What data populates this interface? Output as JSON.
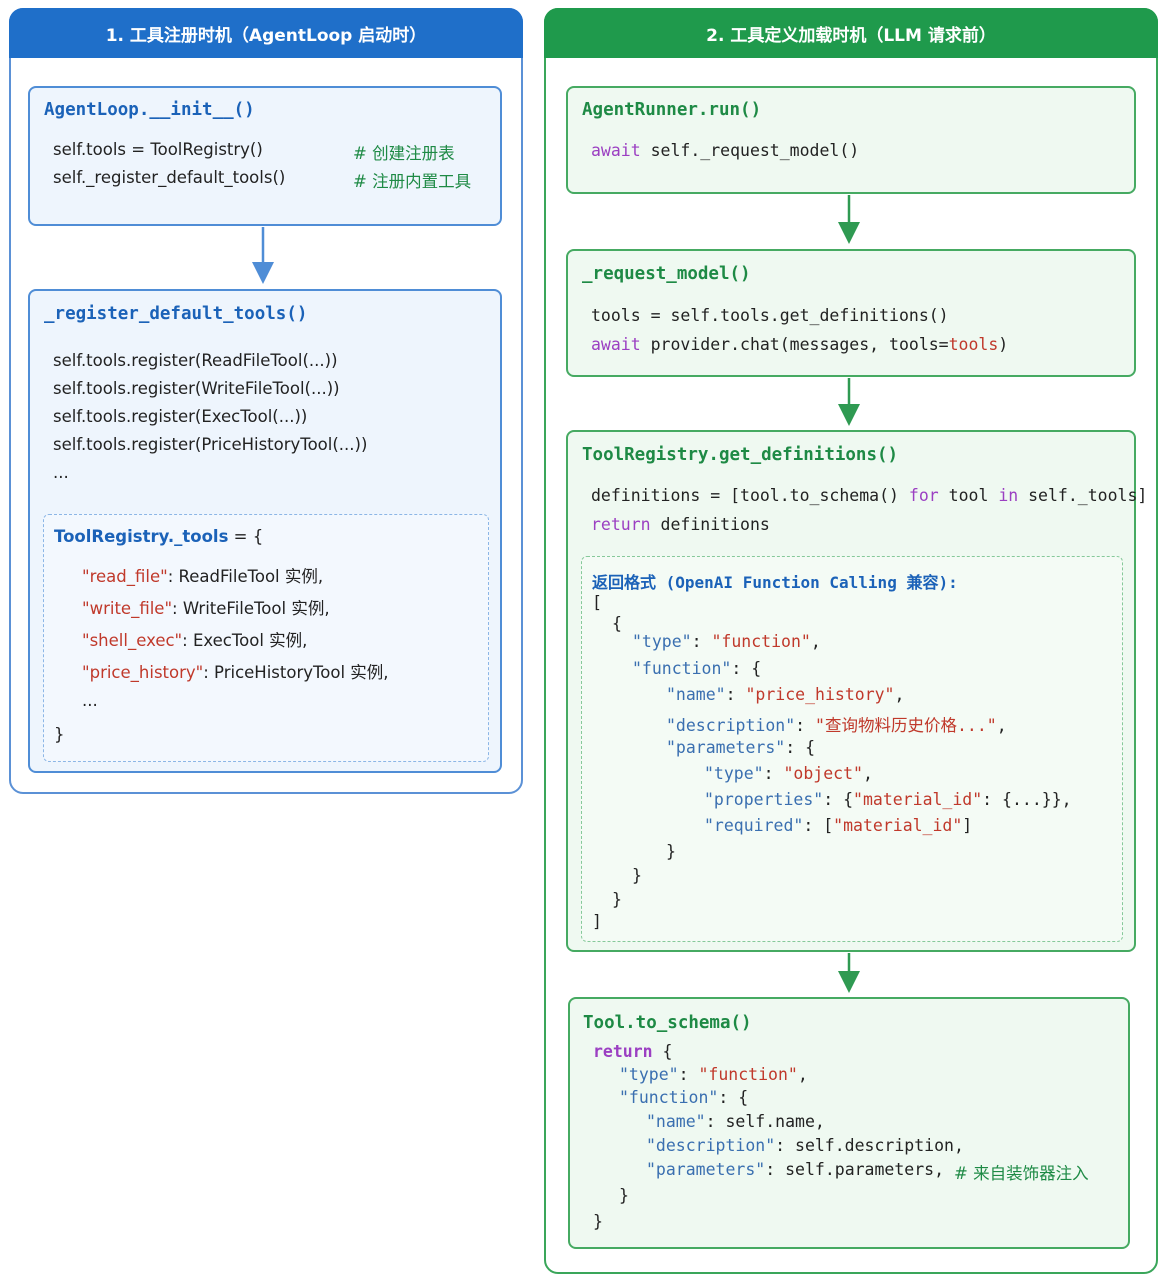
{
  "left_panel": {
    "header": "1. 工具注册时机（AgentLoop 启动时）",
    "card1": {
      "title": "AgentLoop.__init__()",
      "lines": [
        {
          "code": "self.tools = ToolRegistry()",
          "comment": "# 创建注册表"
        },
        {
          "code": "self._register_default_tools()",
          "comment": "# 注册内置工具"
        }
      ]
    },
    "card2": {
      "title": "_register_default_tools()",
      "lines": [
        "self.tools.register(ReadFileTool(...))",
        "self.tools.register(WriteFileTool(...))",
        "self.tools.register(ExecTool(...))",
        "self.tools.register(PriceHistoryTool(...))",
        "..."
      ],
      "registry": {
        "head_name": "ToolRegistry._tools",
        "head_rest": " = {",
        "entries": [
          {
            "key": "\"read_file\"",
            "value": ": ReadFileTool 实例,"
          },
          {
            "key": "\"write_file\"",
            "value": ": WriteFileTool 实例,"
          },
          {
            "key": "\"shell_exec\"",
            "value": ": ExecTool 实例,"
          },
          {
            "key": "\"price_history\"",
            "value": ": PriceHistoryTool 实例,"
          }
        ],
        "ellipsis": "...",
        "close": "}"
      }
    }
  },
  "right_panel": {
    "header": "2. 工具定义加载时机（LLM 请求前）",
    "card1": {
      "title": "AgentRunner.run()",
      "kw": "await",
      "rest": " self._request_model()"
    },
    "card2": {
      "title": "_request_model()",
      "line1": "tools = self.tools.get_definitions()",
      "line2_kw": "await",
      "line2_mid": " provider.chat(messages, tools=",
      "line2_val": "tools",
      "line2_end": ")"
    },
    "card3": {
      "title": "ToolRegistry.get_definitions()",
      "l1_a": "definitions = [tool.to_schema() ",
      "l1_for": "for",
      "l1_b": " tool ",
      "l1_in": "in",
      "l1_c": " self._tools]",
      "l2_kw": "return",
      "l2_rest": " definitions",
      "format": {
        "title": "返回格式 (OpenAI Function Calling 兼容):",
        "open_bracket": "[",
        "open_brace": "{",
        "type_key": "\"type\"",
        "type_val": "\"function\"",
        "function_key": "\"function\"",
        "name_key": "\"name\"",
        "name_val": "\"price_history\"",
        "desc_key": "\"description\"",
        "desc_val": "\"查询物料历史价格...\"",
        "params_key": "\"parameters\"",
        "ptype_key": "\"type\"",
        "ptype_val": "\"object\"",
        "props_key": "\"properties\"",
        "props_a": ": {",
        "props_val": "\"material_id\"",
        "props_b": ": {...}},",
        "req_key": "\"required\"",
        "req_val": "\"material_id\"",
        "close_brace": "}",
        "close_bracket": "]"
      }
    },
    "card4": {
      "title": "Tool.to_schema()",
      "return_kw": "return",
      "return_rest": " {",
      "type_key": "\"type\"",
      "type_val": "\"function\"",
      "function_key": "\"function\"",
      "name_key": "\"name\"",
      "name_val": ": self.name,",
      "desc_key": "\"description\"",
      "desc_val": ": self.description,",
      "params_key": "\"parameters\"",
      "params_val": ": self.parameters,",
      "params_comment": "# 来自装饰器注入",
      "close_brace": "}"
    }
  },
  "colors": {
    "blue_header": "#1f6fc9",
    "green_header": "#1f9a4c",
    "keyword": "#9b3fc2",
    "string": "#c0392b",
    "comment": "#1e8a45"
  }
}
